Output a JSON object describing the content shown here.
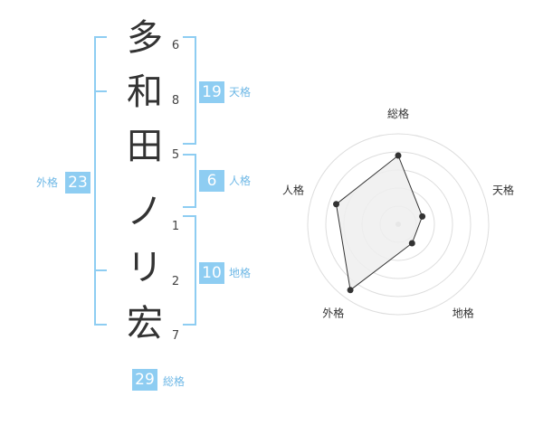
{
  "name": {
    "characters": [
      "多",
      "和",
      "田",
      "ノ",
      "リ",
      "宏"
    ],
    "strokes": [
      "6",
      "8",
      "5",
      "1",
      "2",
      "7"
    ]
  },
  "grades": {
    "tenkaku": {
      "value": "19",
      "label": "天格"
    },
    "jinkaku": {
      "value": "6",
      "label": "人格"
    },
    "chikaku": {
      "value": "10",
      "label": "地格"
    },
    "gaikaku": {
      "value": "23",
      "label": "外格"
    },
    "soukaku": {
      "value": "29",
      "label": "総格"
    }
  },
  "colors": {
    "accent": "#8ecdf2",
    "accent_text": "#6fb8e6",
    "radar_fill": "#efefef",
    "radar_stroke": "#333333",
    "ring": "#dddddd"
  },
  "chart_data": {
    "type": "radar",
    "categories": [
      "総格",
      "天格",
      "地格",
      "外格",
      "人格"
    ],
    "values": [
      3.8,
      1.4,
      1.3,
      4.5,
      3.6
    ],
    "range": [
      0,
      5
    ],
    "rings": 5
  }
}
